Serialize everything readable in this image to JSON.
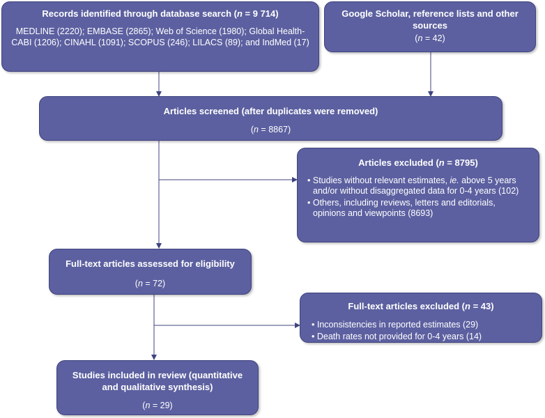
{
  "colors": {
    "box_fill": "#5c60a0",
    "box_border": "#3f437f",
    "arrow": "#3f437f",
    "text": "#ffffff"
  },
  "boxes": {
    "identified": {
      "title_prefix": "Records identified through database search (",
      "title_n": "n",
      "title_suffix": " = 9 714)",
      "body": "MEDLINE (2220); EMBASE (2865); Web of Science (1980); Global Health- CABI (1206); CINAHL (1091); SCOPUS (246); LILACS (89); and IndMed (17)"
    },
    "other_sources": {
      "title": "Google Scholar, reference lists and other sources",
      "n_label": "n",
      "n_value": " = 42)"
    },
    "screened": {
      "title": "Articles screened (after duplicates were removed)",
      "n_label": "n",
      "n_value": " = 8867)"
    },
    "excluded_articles": {
      "title_prefix": "Articles excluded (",
      "title_n": "n",
      "title_suffix": " = 8795)",
      "bullet1_a": "Studies without relevant estimates, ",
      "bullet1_ie": "ie.",
      "bullet1_b": " above 5 years and/or without disaggregated data for 0-4 years (102)",
      "bullet2": "Others, including reviews, letters and editorials, opinions and viewpoints (8693)"
    },
    "fulltext": {
      "title": "Full-text articles assessed for eligibility",
      "n_label": "n",
      "n_value": " = 72)"
    },
    "excluded_fulltext": {
      "title_prefix": "Full-text articles excluded (",
      "title_n": "n",
      "title_suffix": " = 43)",
      "bullet1": "Inconsistencies in reported estimates (29)",
      "bullet2": "Death rates not provided for 0-4 years (14)"
    },
    "included": {
      "title": "Studies included in review (quantitative and qualitative synthesis)",
      "n_label": "n",
      "n_value": " = 29)"
    }
  }
}
